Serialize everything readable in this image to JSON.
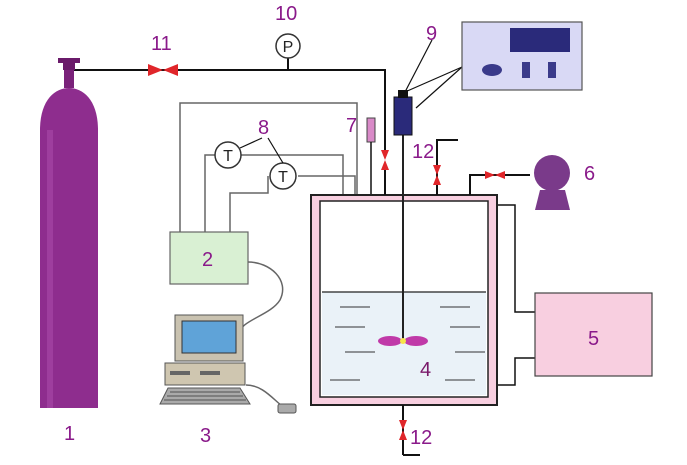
{
  "labels": {
    "cylinder": "1",
    "control_box": "2",
    "computer": "3",
    "reactor": "4",
    "heater": "5",
    "pump": "6",
    "probe": "7",
    "thermocouples": "8",
    "controller": "9",
    "pressure_gauge": "10",
    "inlet_valve": "11",
    "sample_valve_top": "12",
    "sample_valve_bottom": "12"
  },
  "gauge_letter": "P",
  "thermocouple_letter": "T",
  "colors": {
    "cylinder": "#8e2d8e",
    "control_box": "#d9f0d3",
    "heater": "#f8cfe0",
    "pump": "#7a3a8a",
    "controller": "#d9d9f5",
    "valve": "#e0262a",
    "probe": "#d98ac8",
    "label": "#8a1a8a"
  }
}
